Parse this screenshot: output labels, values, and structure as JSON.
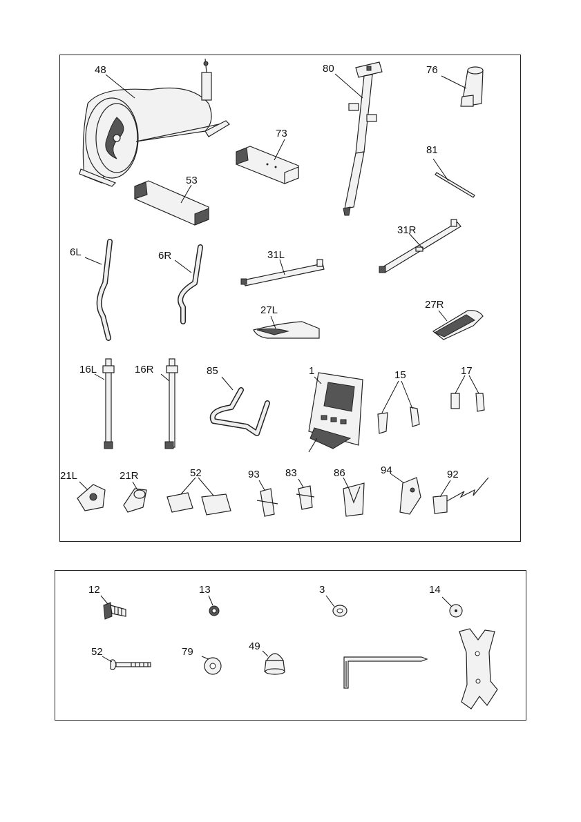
{
  "parts_panel": {
    "labels": {
      "p48": "48",
      "p80": "80",
      "p76": "76",
      "p73": "73",
      "p81": "81",
      "p53": "53",
      "p6L": "6L",
      "p6R": "6R",
      "p31L": "31L",
      "p31R": "31R",
      "p27L": "27L",
      "p27R": "27R",
      "p16L": "16L",
      "p16R": "16R",
      "p85": "85",
      "p1": "1",
      "p15": "15",
      "p17": "17",
      "p21L": "21L",
      "p21R": "21R",
      "p52": "52",
      "p93": "93",
      "p83": "83",
      "p86": "86",
      "p94": "94",
      "p92": "92"
    }
  },
  "hardware_panel": {
    "labels": {
      "h12": "12",
      "h13": "13",
      "h3": "3",
      "h14": "14",
      "h52": "52",
      "h79": "79",
      "h49": "49"
    }
  }
}
